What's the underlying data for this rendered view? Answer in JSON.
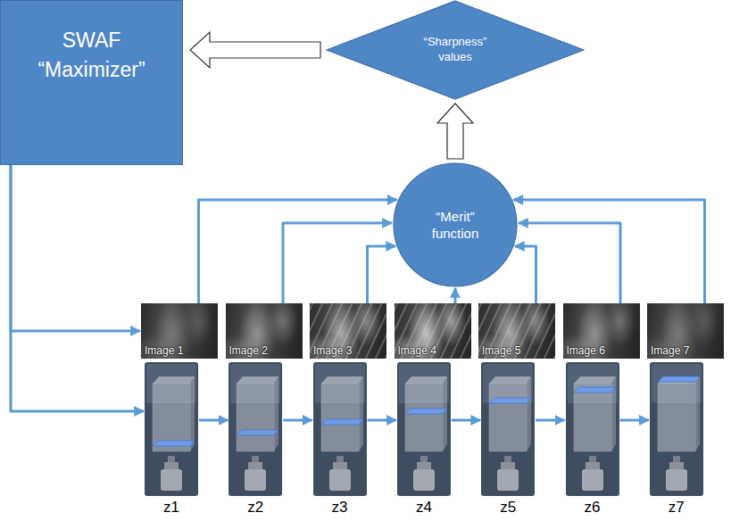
{
  "diagram": {
    "nodes": [
      {
        "text": [
          "SWAF “Maximizer”"
        ]
      },
      {
        "text": [
          "“Sharpness” values"
        ]
      },
      {
        "text": [
          "“Merit” function"
        ]
      },
      {
        "text": [
          "Image 1"
        ]
      },
      {
        "text": [
          "Image 2"
        ]
      },
      {
        "text": [
          "Image 3"
        ]
      },
      {
        "text": [
          "Image 4"
        ]
      },
      {
        "text": [
          "Image 5"
        ]
      },
      {
        "text": [
          "Image 6"
        ]
      },
      {
        "text": [
          "Image 7"
        ]
      },
      {
        "text": [
          "z1"
        ]
      },
      {
        "text": [
          "z2"
        ]
      },
      {
        "text": [
          "z3"
        ]
      },
      {
        "text": [
          "z4"
        ]
      },
      {
        "text": [
          "z5"
        ]
      },
      {
        "text": [
          "z6"
        ]
      },
      {
        "text": [
          "z7"
        ]
      }
    ],
    "edges": [
      {
        "from": 1,
        "to": 0,
        "arrow": "to"
      },
      {
        "from": 2,
        "to": 1,
        "arrow": "to"
      },
      {
        "from": 3,
        "to": 2,
        "arrow": "to"
      },
      {
        "from": 4,
        "to": 2,
        "arrow": "to"
      },
      {
        "from": 5,
        "to": 2,
        "arrow": "to"
      },
      {
        "from": 6,
        "to": 2,
        "arrow": "to"
      },
      {
        "from": 7,
        "to": 2,
        "arrow": "to"
      },
      {
        "from": 8,
        "to": 2,
        "arrow": "to"
      },
      {
        "from": 9,
        "to": 2,
        "arrow": "to"
      },
      {
        "from": 0,
        "to": 3,
        "arrow": "to"
      },
      {
        "from": 0,
        "to": 10,
        "arrow": "to"
      },
      {
        "from": 10,
        "to": 11,
        "arrow": "to"
      },
      {
        "from": 11,
        "to": 12,
        "arrow": "to"
      },
      {
        "from": 12,
        "to": 13,
        "arrow": "to"
      },
      {
        "from": 13,
        "to": 14,
        "arrow": "to"
      },
      {
        "from": 14,
        "to": 15,
        "arrow": "to"
      },
      {
        "from": 15,
        "to": 16,
        "arrow": "to"
      }
    ]
  }
}
